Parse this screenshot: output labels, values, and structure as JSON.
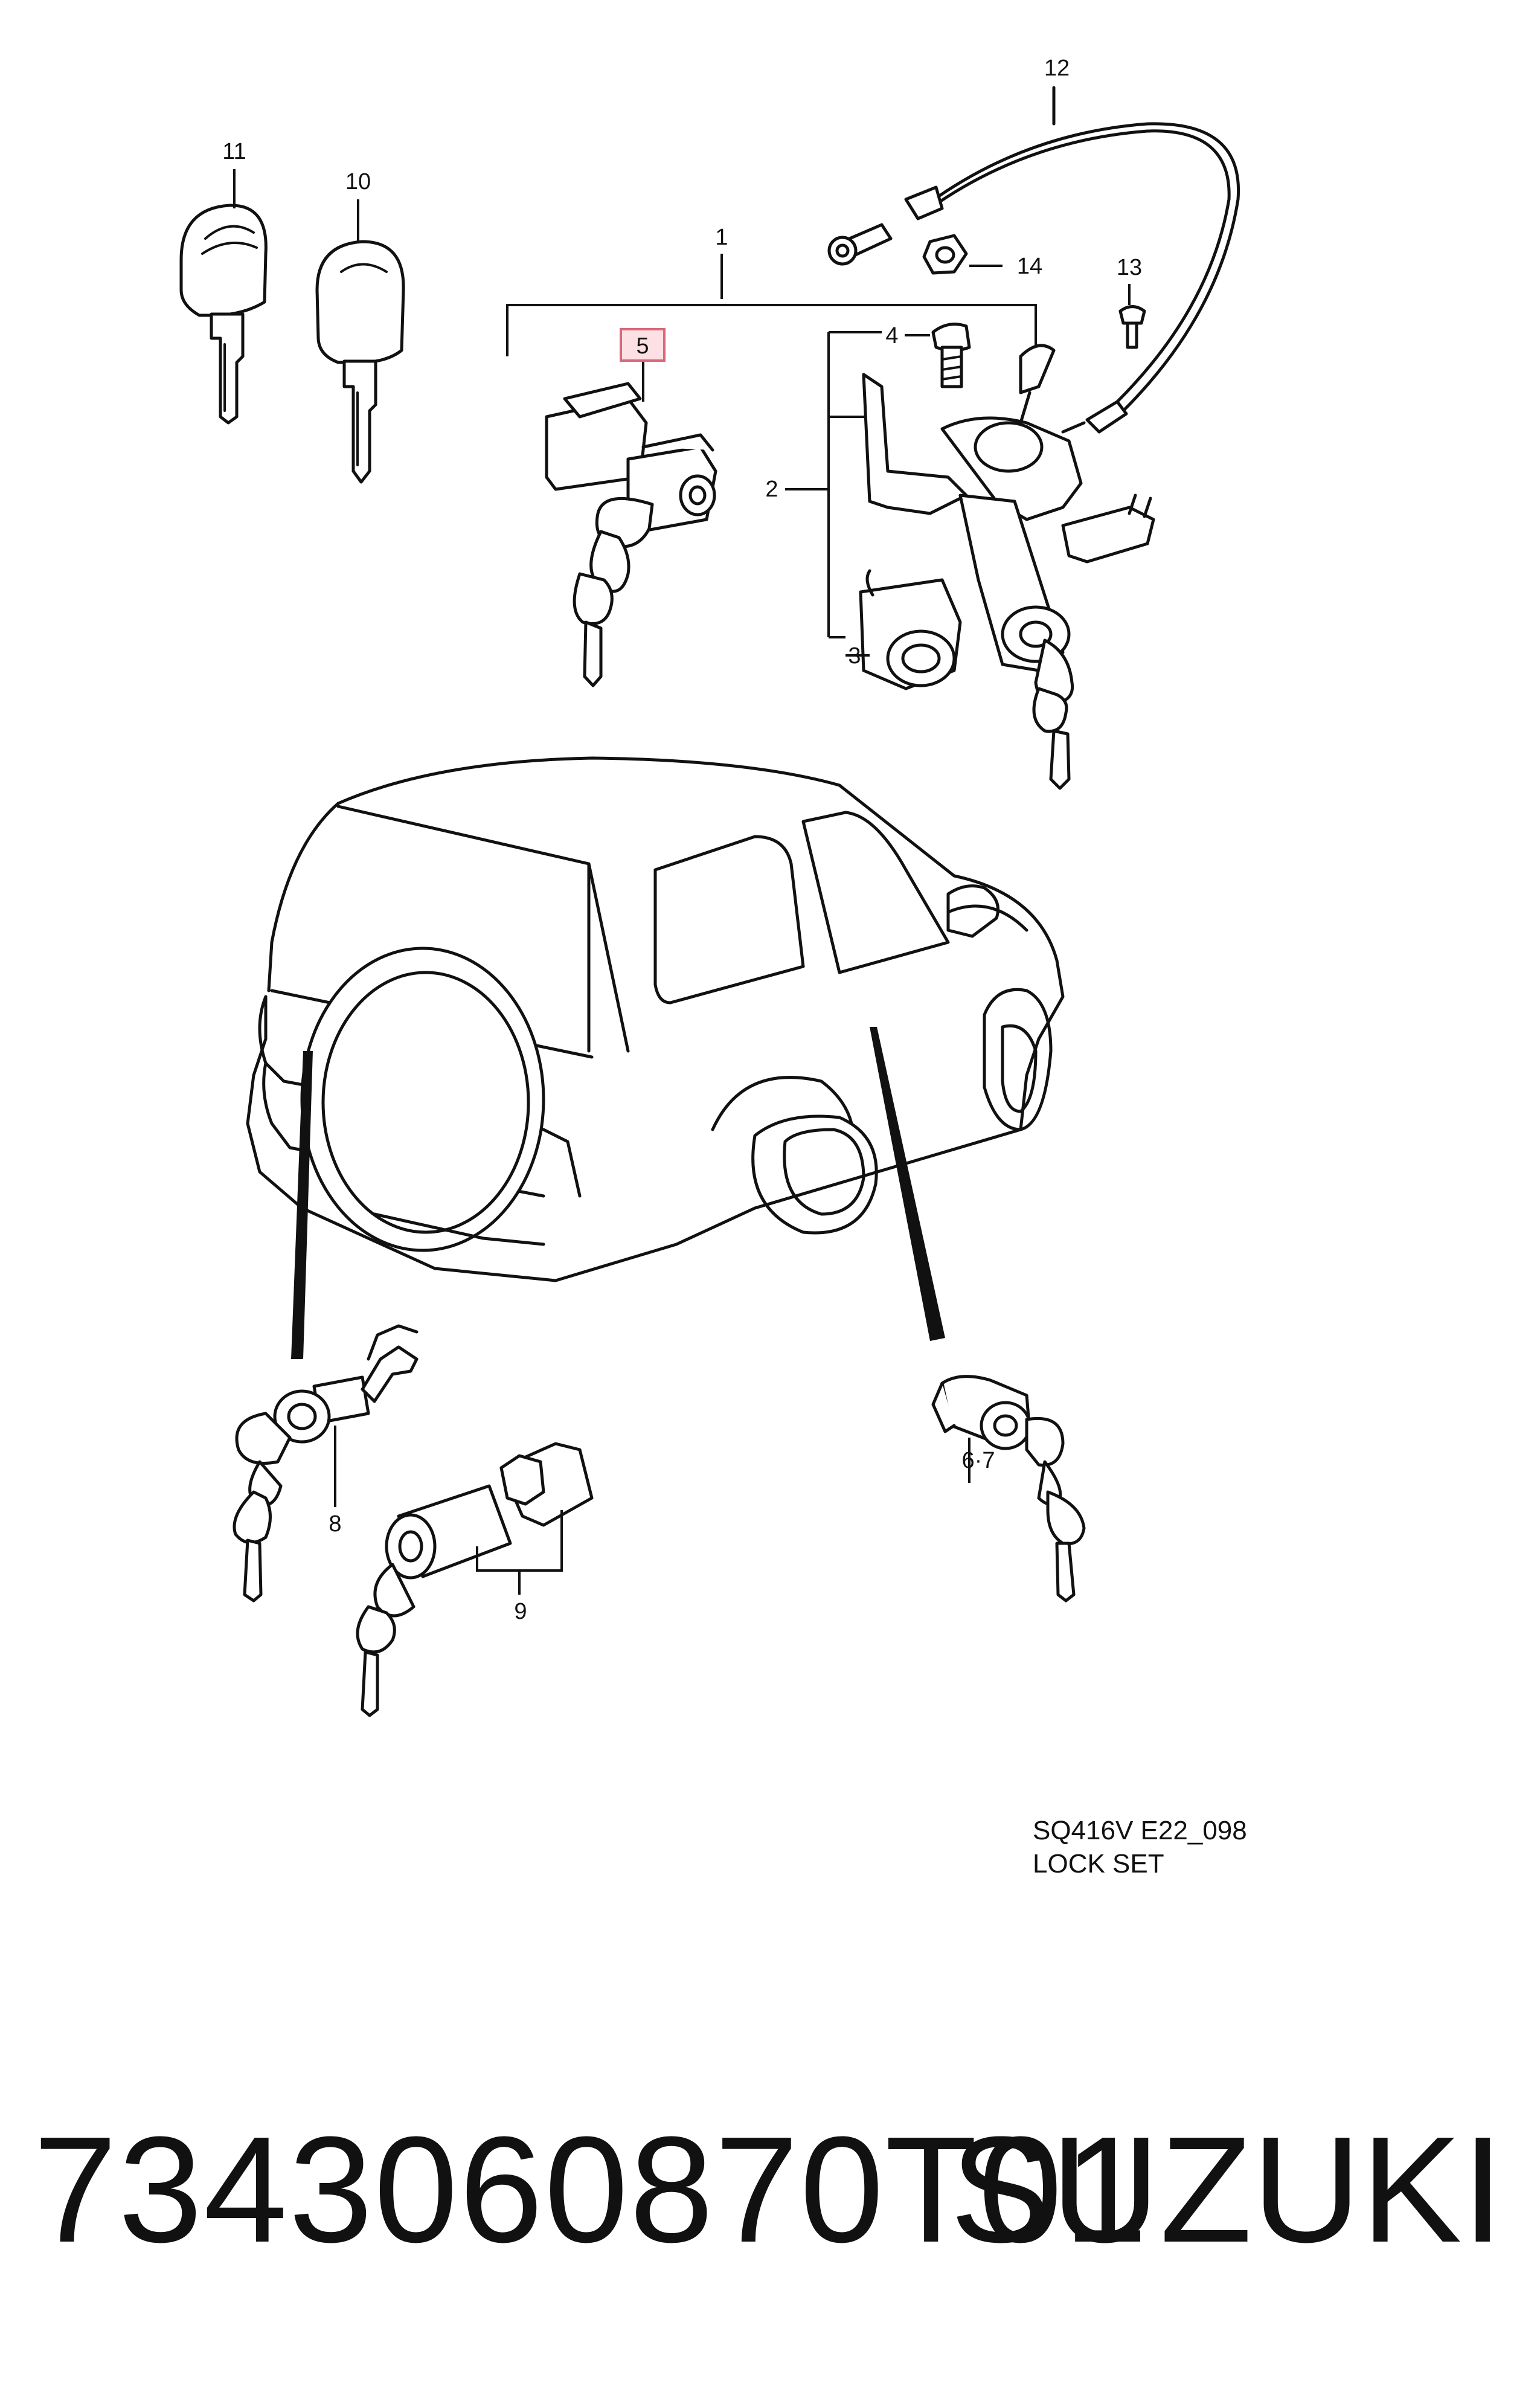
{
  "diagram": {
    "callouts": {
      "c1": "1",
      "c2": "2",
      "c3": "3",
      "c4": "4",
      "c5": "5",
      "c6_7": "6·7",
      "c8": "8",
      "c9": "9",
      "c10": "10",
      "c11": "11",
      "c12": "12",
      "c13": "13",
      "c14": "14"
    },
    "highlight_color": "#fde0e3",
    "highlight_stroke": "#d9687a",
    "caption": {
      "model_code": "SQ416V E22_098",
      "title": "LOCK SET"
    }
  },
  "footer": {
    "part_number": "7343060870T01",
    "brand": "SUZUKI"
  }
}
